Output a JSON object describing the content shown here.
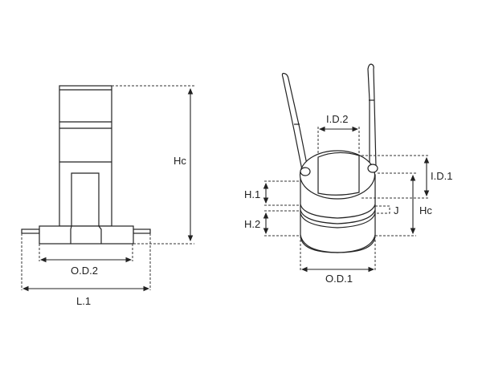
{
  "left_view": {
    "labels": {
      "height": "Hc",
      "outer_diameter": "O.D.2",
      "length": "L.1"
    }
  },
  "right_view": {
    "labels": {
      "inner_diameter_2": "I.D.2",
      "inner_diameter_1": "I.D.1",
      "height_1": "H.1",
      "height_2": "H.2",
      "gap": "J",
      "height": "Hc",
      "outer_diameter": "O.D.1"
    }
  },
  "colors": {
    "line": "#222222",
    "background": "#ffffff"
  }
}
